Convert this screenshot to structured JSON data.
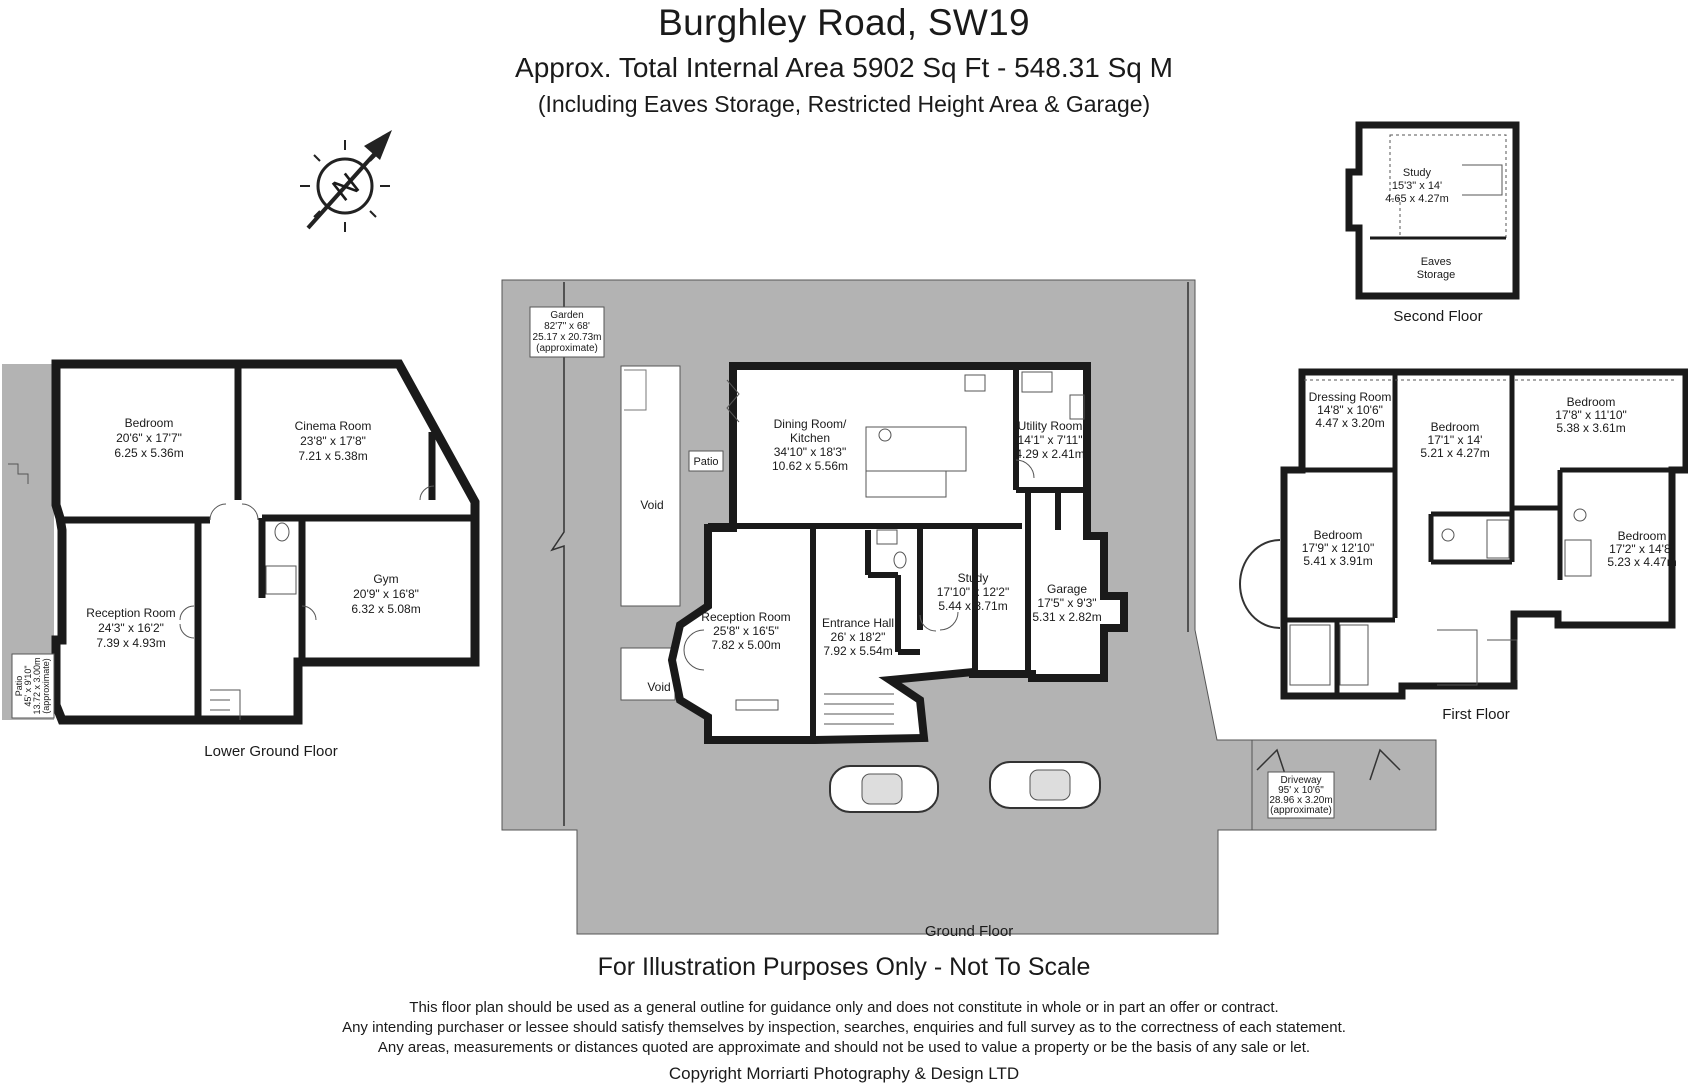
{
  "header": {
    "title": "Burghley Road, SW19",
    "area": "Approx. Total Internal Area   5902 Sq Ft  -  548.31 Sq M",
    "includes": "(Including Eaves Storage, Restricted Height Area & Garage)"
  },
  "compass": {
    "label": "N"
  },
  "floors": {
    "lower_ground": "Lower Ground Floor",
    "ground": "Ground Floor",
    "first": "First Floor",
    "second": "Second Floor"
  },
  "rooms": {
    "lg_bedroom": [
      "Bedroom",
      "20'6\" x 17'7\"",
      "6.25 x 5.36m"
    ],
    "lg_cinema": [
      "Cinema Room",
      "23'8\" x 17'8\"",
      "7.21 x 5.38m"
    ],
    "lg_reception": [
      "Reception Room",
      "24'3\" x 16'2\"",
      "7.39 x 4.93m"
    ],
    "lg_gym": [
      "Gym",
      "20'9\" x 16'8\"",
      "6.32 x 5.08m"
    ],
    "lg_patio": [
      "Patio",
      "45' x 9'10\"",
      "13.72 x 3.00m",
      "(approximate)"
    ],
    "g_garden": [
      "Garden",
      "82'7\" x 68'",
      "25.17 x 20.73m",
      "(approximate)"
    ],
    "g_dining": [
      "Dining Room/",
      "Kitchen",
      "34'10\" x 18'3\"",
      "10.62 x 5.56m"
    ],
    "g_utility": [
      "Utility Room",
      "14'1\" x 7'11\"",
      "4.29 x 2.41m"
    ],
    "g_patio": "Patio",
    "g_void1": "Void",
    "g_void2": "Void",
    "g_reception": [
      "Reception Room",
      "25'8\" x 16'5\"",
      "7.82 x 5.00m"
    ],
    "g_hall": [
      "Entrance Hall",
      "26' x 18'2\"",
      "7.92 x 5.54m"
    ],
    "g_study": [
      "Study",
      "17'10\" x 12'2\"",
      "5.44 x 3.71m"
    ],
    "g_garage": [
      "Garage",
      "17'5\" x 9'3\"",
      "5.31 x 2.82m"
    ],
    "g_driveway": [
      "Driveway",
      "95' x 10'6\"",
      "28.96 x 3.20m",
      "(approximate)"
    ],
    "f_dressing": [
      "Dressing Room",
      "14'8\" x 10'6\"",
      "4.47 x 3.20m"
    ],
    "f_bed1": [
      "Bedroom",
      "17'1\" x 14'",
      "5.21 x 4.27m"
    ],
    "f_bed2": [
      "Bedroom",
      "17'8\" x 11'10\"",
      "5.38 x 3.61m"
    ],
    "f_bed3": [
      "Bedroom",
      "17'9\" x 12'10\"",
      "5.41 x 3.91m"
    ],
    "f_bed4": [
      "Bedroom",
      "17'2\" x 14'8\"",
      "5.23 x 4.47m"
    ],
    "s_study": [
      "Study",
      "15'3\" x 14'",
      "4.65 x 4.27m"
    ],
    "s_eaves": [
      "Eaves",
      "Storage"
    ]
  },
  "footer": {
    "notice": "For Illustration Purposes Only - Not To Scale",
    "line1": "This floor plan should be used as a general outline for guidance only and does not constitute in whole or in part an offer or contract.",
    "line2": "Any intending purchaser or lessee should satisfy themselves by inspection, searches, enquiries and full survey as to the correctness of each statement.",
    "line3": "Any areas, measurements or distances quoted are approximate and should not be used to value a property or be the basis of any sale or let.",
    "copyright": "Copyright Morriarti Photography & Design LTD"
  },
  "colors": {
    "wall": "#1a1a1a",
    "outdoor": "#b3b3b3",
    "room": "#ffffff"
  }
}
